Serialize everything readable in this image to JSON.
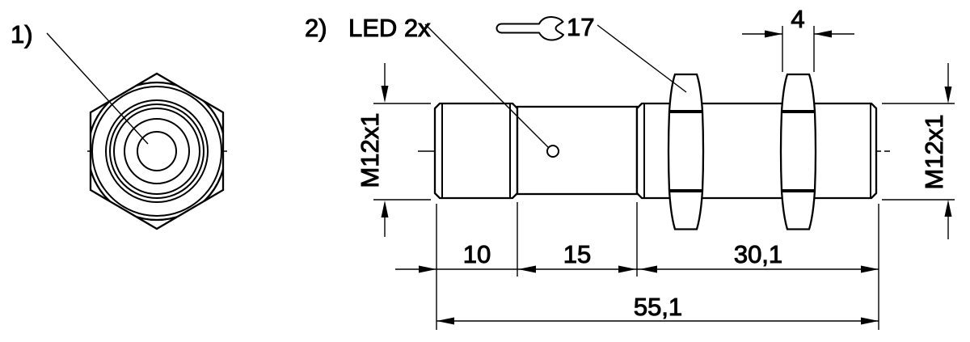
{
  "drawing": {
    "background": "#ffffff",
    "line_color": "#000000",
    "front_view": {
      "callout": "1)"
    },
    "side_view": {
      "callout": "2)",
      "led_label": "LED 2x",
      "wrench_flats": "17",
      "nut_thickness": "4",
      "thread_label_left": "M12x1",
      "thread_label_right": "M12x1",
      "length_front": "10",
      "length_middle": "15",
      "length_rear": "30,1",
      "length_total": "55,1"
    }
  }
}
